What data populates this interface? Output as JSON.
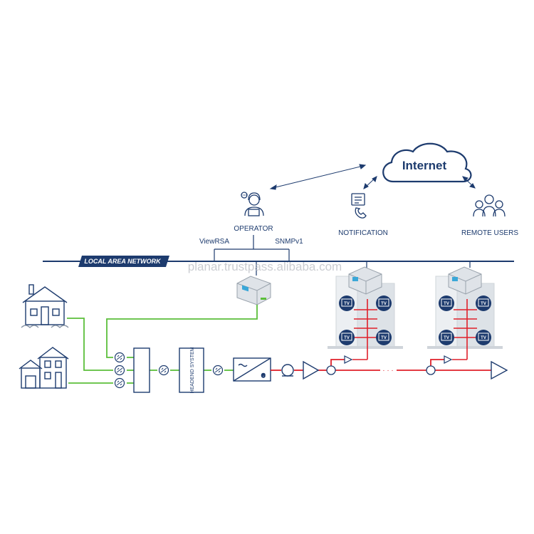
{
  "diagram": {
    "cloud_label": "Internet",
    "operator_label": "OPERATOR",
    "notification_label": "NOTIFICATION",
    "remote_users_label": "REMOTE USERS",
    "protocol_left": "ViewRSA",
    "protocol_right": "SNMPv1",
    "network_label": "LOCAL AREA NETWORK",
    "headend_label": "HEADEND SYSTEM",
    "tv_label": "TV",
    "watermark": "planar.trustpass.alibaba.com"
  },
  "colors": {
    "navy": "#1d3b6e",
    "coax": "#e0202a",
    "fiber": "#5bbf3a",
    "cyan": "#3aa7d8",
    "building": "#cfd4da"
  },
  "icons": [
    "cloud-icon",
    "operator-icon",
    "phone-notification-icon",
    "remote-users-icon",
    "house-icon",
    "monitoring-device-icon",
    "tv-icon",
    "amplifier-icon",
    "splitter-icon",
    "converter-icon",
    "coil-icon"
  ]
}
